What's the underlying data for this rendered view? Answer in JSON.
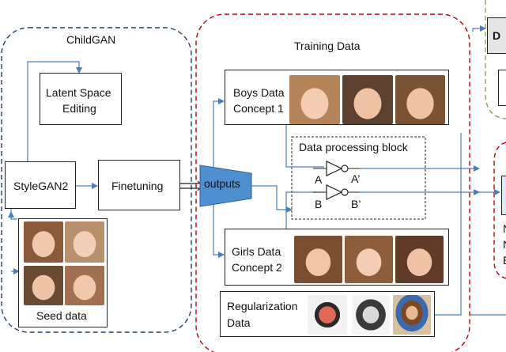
{
  "childgan": {
    "title": "ChildGAN",
    "latent_line1": "Latent Space",
    "latent_line2": "Editing",
    "stylegan": "StyleGAN2",
    "finetuning": "Finetuning",
    "seed": "Seed data"
  },
  "outputs_label": "outputs",
  "training": {
    "title": "Training Data",
    "boys_line1": "Boys Data",
    "boys_line2": "Concept 1",
    "girls_line1": "Girls Data",
    "girls_line2": "Concept 2",
    "reg_line1": "Regularization",
    "reg_line2": "Data",
    "processing_title": "Data processing block",
    "in_a": "A",
    "out_a": "A’",
    "in_b": "B",
    "out_b": "B’"
  },
  "right_partial": {
    "top_letter": "D",
    "letters": [
      "N",
      "N",
      "E"
    ]
  },
  "colors": {
    "childgan_border": "#1f3f6e",
    "training_border": "#c00000",
    "arrow_blue": "#4a7ebb",
    "outputs_fill": "#4f8fd0",
    "green_dashed": "#8aa65a"
  }
}
